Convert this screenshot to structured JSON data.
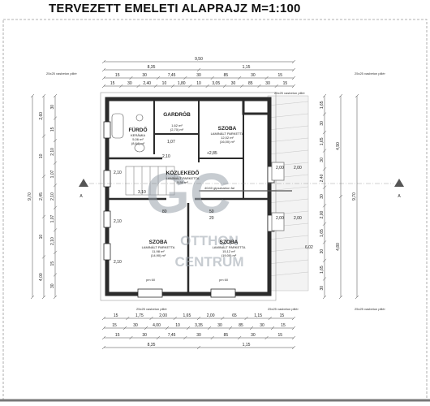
{
  "title": "TERVEZETT EMELETI ALAPRAJZ M=1:100",
  "watermark": {
    "logo_letters": "GC",
    "line1": "OTTHON",
    "line2": "CENTRUM"
  },
  "rooms": [
    {
      "name": "FÜRDŐ",
      "floor": "KERÁMIA",
      "area": "5,06 m²",
      "perimeter": "(8,64) m²"
    },
    {
      "name": "GARDRÓB",
      "floor": "",
      "area": "1,62 m²",
      "perimeter": "(2,70) m²"
    },
    {
      "name": "SZOBA",
      "floor": "LAMINÁLT PARKETTA",
      "area": "12,02 m²",
      "perimeter": "(16,00) m²"
    },
    {
      "name": "KÖZLEKEDŐ",
      "floor": "LAMINÁLT PARKETTA",
      "area": "5,50 m²",
      "perimeter": ""
    },
    {
      "name": "SZOBA",
      "floor": "LAMINÁLT PARKETTA",
      "area": "11,98 m²",
      "perimeter": "(14,90) m²"
    },
    {
      "name": "SZOBA",
      "floor": "LAMINÁLT PARKETTA",
      "area": "15,12 m²",
      "perimeter": "(19,00) m²"
    }
  ],
  "notes": {
    "pillar": "25x25 vasbeton pillér",
    "corridor_wall": "40/40 gipszkarton fal",
    "pm": "pm 60",
    "level": "+2,85",
    "section": "A"
  },
  "dims": {
    "top_total": "9,50",
    "top_row2": [
      "8,35",
      "1,15"
    ],
    "top_row3": [
      "15",
      "30",
      "7,45",
      "30",
      "85",
      "30",
      "15"
    ],
    "top_row4": [
      "15",
      "30",
      "2,40",
      "10",
      "1,80",
      "10",
      "3,05",
      "30",
      "85",
      "30",
      "15"
    ],
    "bottom_row1": [
      "15",
      "1,75",
      "2,00",
      "1,65",
      "2,00",
      "65",
      "1,15",
      "15"
    ],
    "bottom_row2": [
      "15",
      "30",
      "4,00",
      "10",
      "3,35",
      "30",
      "85",
      "30",
      "15"
    ],
    "bottom_row3": [
      "15",
      "30",
      "7,45",
      "30",
      "85",
      "30",
      "15"
    ],
    "bottom_row4": [
      "8,35",
      "1,15"
    ],
    "left_total": "9,70",
    "left_parts": [
      "2,60",
      "10",
      "2,45",
      "10",
      "4,00"
    ],
    "left_inner": [
      "30",
      "15",
      "2,10",
      "1,07",
      "2,10",
      "1,07",
      "2,10",
      "15",
      "30"
    ],
    "right_total": "9,70",
    "right_parts": [
      "4,90",
      "4,80"
    ],
    "right_inner": [
      "1,65",
      "30",
      "1,65",
      "30",
      "2,40",
      "30",
      "2,00",
      "1,65",
      "30",
      "1,65",
      "30"
    ],
    "door_heights": [
      "2,00",
      "2,00",
      "2,00",
      "2,00",
      "2,10",
      "2,10",
      "2,10"
    ],
    "misc": [
      "3,10",
      "80",
      "50",
      "20",
      "1,07",
      "2,10",
      "6,02"
    ]
  },
  "colors": {
    "wall": "#2b2b2b",
    "line": "#444444",
    "watermark": "#9aa3ad"
  }
}
